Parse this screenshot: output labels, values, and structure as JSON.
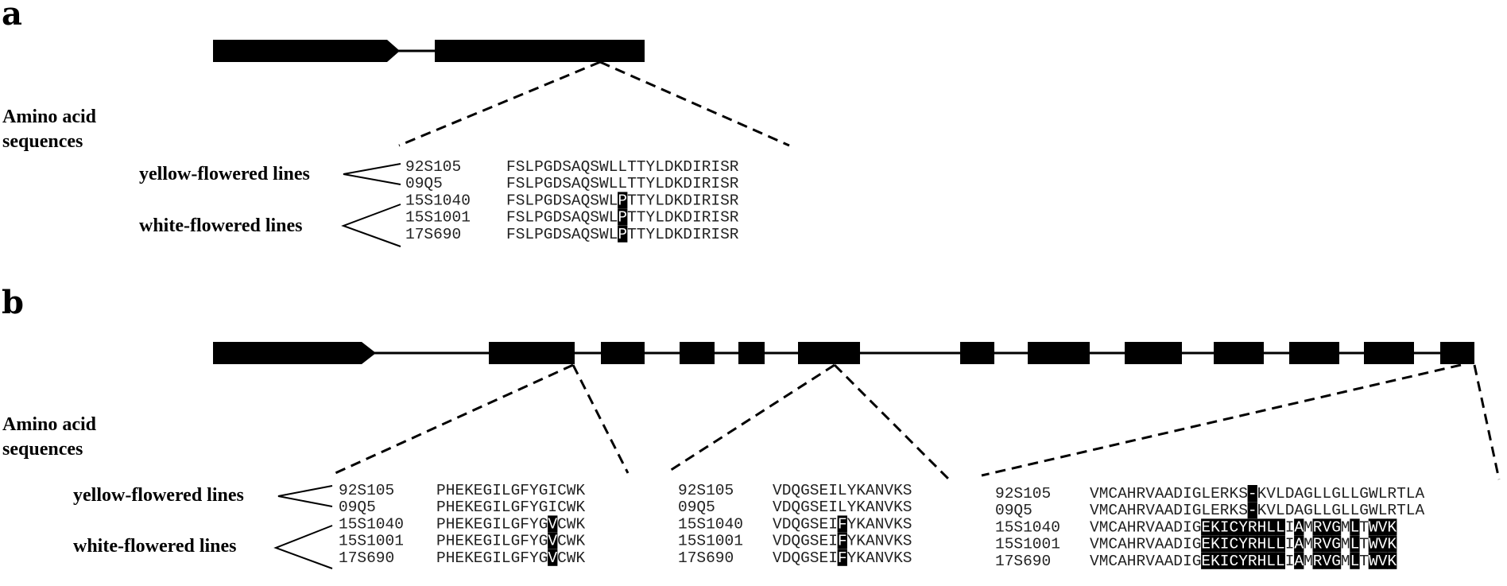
{
  "panels": [
    {
      "label": "a",
      "heading": [
        "Amino acid",
        "sequences"
      ],
      "groups": [
        "yellow-flowered lines",
        "white-flowered lines"
      ],
      "alignments": [
        {
          "rows": [
            {
              "id": "92S105",
              "seq": "FSLPGDSAQSWLLTTYLDKDIRISR",
              "group": 0
            },
            {
              "id": "09Q5",
              "seq": "FSLPGDSAQSWLLTTYLDKDIRISR",
              "group": 0
            },
            {
              "id": "15S1040",
              "seq": "FSLPGDSAQSWLPTTYLDKDIRISR",
              "group": 1
            },
            {
              "id": "15S1001",
              "seq": "FSLPGDSAQSWLPTTYLDKDIRISR",
              "group": 1
            },
            {
              "id": "17S690",
              "seq": "FSLPGDSAQSWLPTTYLDKDIRISR",
              "group": 1
            }
          ],
          "highlight_rows": [
            2,
            3,
            4
          ],
          "highlight_positions": [
            12
          ]
        }
      ]
    },
    {
      "label": "b",
      "heading": [
        "Amino acid",
        "sequences"
      ],
      "groups": [
        "yellow-flowered lines",
        "white-flowered lines"
      ],
      "alignments": [
        {
          "rows": [
            {
              "id": "92S105",
              "seq": "PHEKEGILGFYGICWK",
              "group": 0
            },
            {
              "id": "09Q5",
              "seq": "PHEKEGILGFYGICWK",
              "group": 0
            },
            {
              "id": "15S1040",
              "seq": "PHEKEGILGFYGVCWK",
              "group": 1
            },
            {
              "id": "15S1001",
              "seq": "PHEKEGILGFYGVCWK",
              "group": 1
            },
            {
              "id": "17S690",
              "seq": "PHEKEGILGFYGVCWK",
              "group": 1
            }
          ],
          "highlight_rows": [
            2,
            3,
            4
          ],
          "highlight_positions": [
            12
          ]
        },
        {
          "rows": [
            {
              "id": "92S105",
              "seq": "VDQGSEILYKANVKS",
              "group": 0
            },
            {
              "id": "09Q5",
              "seq": "VDQGSEILYKANVKS",
              "group": 0
            },
            {
              "id": "15S1040",
              "seq": "VDQGSEIFYKANVKS",
              "group": 1
            },
            {
              "id": "15S1001",
              "seq": "VDQGSEIFYKANVKS",
              "group": 1
            },
            {
              "id": "17S690",
              "seq": "VDQGSEIFYKANVKS",
              "group": 1
            }
          ],
          "highlight_rows": [
            2,
            3,
            4
          ],
          "highlight_positions": [
            7
          ]
        },
        {
          "rows": [
            {
              "id": "92S105",
              "seq": "VMCAHRVAADIGLERKS-KVLDAGLLGLLGWLRTLA",
              "group": 0
            },
            {
              "id": "09Q5",
              "seq": "VMCAHRVAADIGLERKS-KVLDAGLLGLLGWLRTLA",
              "group": 0
            },
            {
              "id": "15S1040",
              "seq": "VMCAHRVAADIGEKICYRHLLIAMRVGMLTWVK",
              "group": 1
            },
            {
              "id": "15S1001",
              "seq": "VMCAHRVAADIGEKICYRHLLIAMRVGMLTWVK",
              "group": 1
            },
            {
              "id": "17S690",
              "seq": "VMCAHRVAADIGEKICYRHLLIAMRVGMLTWVK",
              "group": 1
            }
          ],
          "highlight_rows": [
            0,
            1
          ],
          "highlight_positions": [
            17
          ],
          "highlight_rows_2": [
            2,
            3,
            4
          ],
          "highlight_positions_2": [
            12,
            13,
            14,
            15,
            16,
            17,
            18,
            19,
            20,
            22,
            24,
            25,
            26,
            28,
            30,
            31,
            32
          ]
        }
      ]
    }
  ]
}
